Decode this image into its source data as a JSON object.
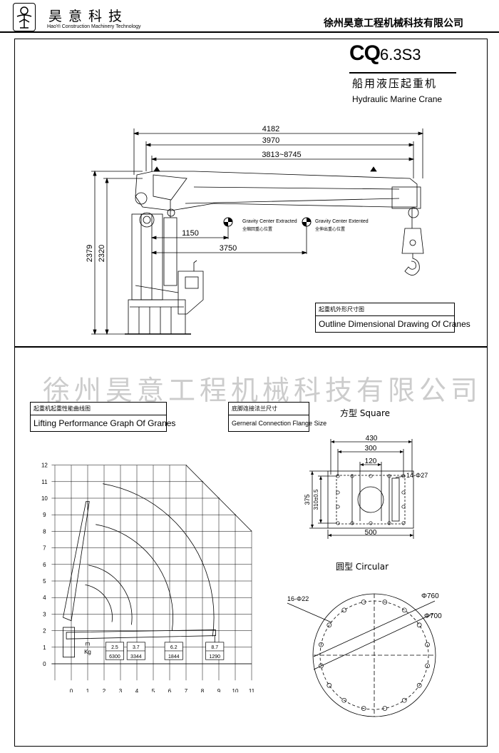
{
  "header": {
    "brand_cn": "昊意科技",
    "brand_en": "HaoYi Construction Machinery Technology",
    "company": "徐州昊意工程机械科技有限公司"
  },
  "title": {
    "model_main": "CQ",
    "model_sub": "6.3S3",
    "name_cn": "船用液压起重机",
    "name_en": "Hydraulic Marine Crane"
  },
  "outline": {
    "dims": {
      "d4182": "4182",
      "d3970": "3970",
      "dreach": "3813~8745",
      "d1150": "1150",
      "d3750": "3750",
      "d2379": "2379",
      "d2320": "2320"
    },
    "cg_extracted_en": "Gravity Center Extracted",
    "cg_extracted_cn": "全缩回重心位置",
    "cg_extented_en": "Gravity Center Extented",
    "cg_extented_cn": "全伸出重心位置",
    "label_cn": "起重机外形尺寸图",
    "label_en": "Outline Dimensional Drawing Of Cranes"
  },
  "watermark": "徐州昊意工程机械科技有限公司",
  "performance": {
    "label_cn": "起重机起重性能曲线图",
    "label_en": "Lifting Performance Graph Of Granes"
  },
  "flange": {
    "label_cn": "底脚连接法兰尺寸",
    "label_en": "Gerneral Connection Flange Size",
    "square_title": "方型 Square",
    "sq": {
      "d430": "430",
      "d300": "300",
      "d120": "120",
      "holes": "14-Φ27",
      "d375": "375",
      "d310": "310±0.5",
      "d500": "500"
    },
    "circular_title": "圆型 Circular",
    "circ": {
      "holes": "16-Φ22",
      "d760": "Φ760",
      "d700": "Φ700"
    }
  },
  "chart_data": {
    "type": "line",
    "title": "",
    "xlabel": "",
    "ylabel": "",
    "xlim": [
      0,
      11
    ],
    "ylim": [
      0,
      12
    ],
    "x_ticks": [
      "0",
      "1",
      "2",
      "3",
      "4",
      "5",
      "6",
      "7",
      "8",
      "9",
      "10",
      "11"
    ],
    "y_ticks": [
      "0",
      "1",
      "2",
      "3",
      "4",
      "5",
      "6",
      "7",
      "8",
      "9",
      "10",
      "11",
      "12"
    ],
    "table": {
      "m_label": "m",
      "kg_label": "Kg",
      "radius_m": [
        "2.5",
        "3.7",
        "6.2",
        "8.7"
      ],
      "load_kg": [
        "6300",
        "3344",
        "1844",
        "1290"
      ]
    },
    "series": [
      {
        "radius": 2.5,
        "load": 6300
      },
      {
        "radius": 3.7,
        "load": 3344
      },
      {
        "radius": 6.2,
        "load": 1844
      },
      {
        "radius": 8.7,
        "load": 1290
      }
    ]
  }
}
